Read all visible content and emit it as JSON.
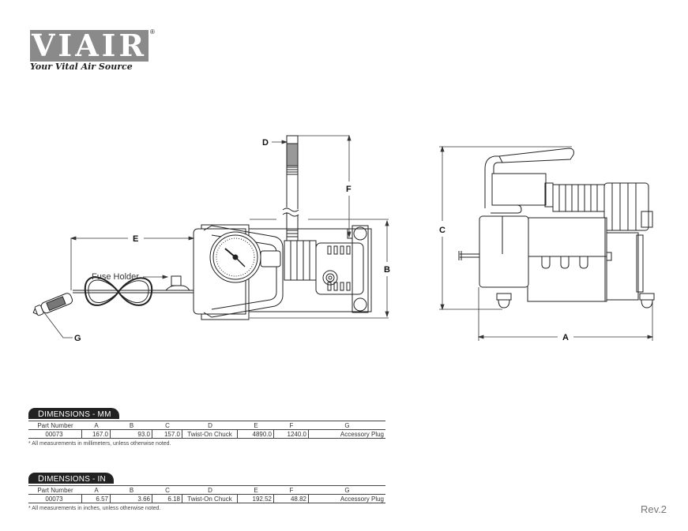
{
  "brand": {
    "name": "VIAIR",
    "registered_mark": "®",
    "tagline": "Your Vital Air Source",
    "logo_color": "#8a8a8a"
  },
  "drawing": {
    "front_view": {
      "dimension_labels": [
        "D",
        "F",
        "E",
        "B",
        "G"
      ],
      "callouts": [
        "Fuse Holder"
      ]
    },
    "side_view": {
      "dimension_labels": [
        "C",
        "A"
      ]
    }
  },
  "tables": [
    {
      "title_prefix": "D",
      "title_rest": "IMENSIONS - MM",
      "columns": [
        "Part Number",
        "A",
        "B",
        "C",
        "D",
        "E",
        "F",
        "G"
      ],
      "rows": [
        [
          "00073",
          "167.0",
          "93.0",
          "157.0",
          "Twist-On Chuck",
          "4890.0",
          "1240.0",
          "Accessory Plug"
        ]
      ],
      "note": "* All measurements in millimeters, unless otherwise noted."
    },
    {
      "title_prefix": "D",
      "title_rest": "IMENSIONS - IN",
      "columns": [
        "Part Number",
        "A",
        "B",
        "C",
        "D",
        "E",
        "F",
        "G"
      ],
      "rows": [
        [
          "00073",
          "6.57",
          "3.66",
          "6.18",
          "Twist-On Chuck",
          "192.52",
          "48.82",
          "Accessory Plug"
        ]
      ],
      "note": "* All measurements in inches, unless otherwise noted."
    }
  ],
  "footer": {
    "revision": "Rev.2"
  }
}
